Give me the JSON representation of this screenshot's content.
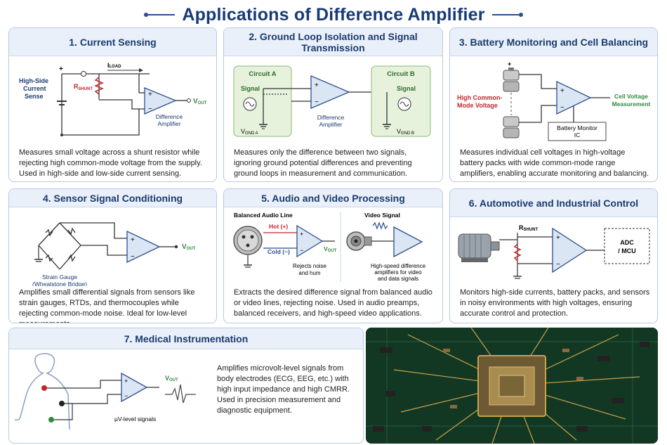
{
  "title": "Applications of Difference Amplifier",
  "colors": {
    "accent": "#173a78",
    "header_bg": "#e9f0fa",
    "amp_fill": "#dbe6f5",
    "green": "#2f8a3e",
    "red": "#c0262d",
    "pcb": "#0f2a1c"
  },
  "cards": [
    {
      "title": "1. Current Sensing",
      "labels": {
        "side": "High-Side Current Sense",
        "iload": "I",
        "iload_sub": "LOAD",
        "rshunt": "R",
        "rshunt_sub": "SHUNT",
        "plus": "+",
        "minus": "−",
        "vout": "V",
        "vout_sub": "OUT",
        "amp": "Difference Amplifier"
      },
      "desc": "Measures small voltage across a shunt resistor while rejecting high common-mode voltage from the supply. Used in high-side and low-side current sensing."
    },
    {
      "title": "2. Ground Loop Isolation and Signal Transmission",
      "labels": {
        "circuit_a": "Circuit A",
        "circuit_b": "Circuit B",
        "signal_a": "Signal",
        "signal_b": "Signal",
        "vgnd_a": "V",
        "vgnd_a_sub": "GND A",
        "vgnd_b": "V",
        "vgnd_b_sub": "GND B",
        "amp": "Difference Amplifier",
        "plus": "+",
        "minus": "−"
      },
      "desc": "Measures only the difference between two signals, ignoring ground potential differences and preventing ground loops in measurement and communication."
    },
    {
      "title": "3. Battery Monitoring and Cell Balancing",
      "labels": {
        "hv": "High Common-Mode Voltage",
        "cell": "Cell Voltage Measurement",
        "ic": "Battery Monitor IC",
        "plus": "+",
        "minus": "−"
      },
      "desc": "Measures individual cell voltages in high-voltage battery packs with wide common-mode range amplifiers, enabling accurate monitoring and balancing."
    },
    {
      "title": "4. Sensor Signal Conditioning",
      "labels": {
        "bridge": "Strain Gauge (Wheatstone Bridge)",
        "vout": "V",
        "vout_sub": "OUT",
        "plus": "+",
        "minus": "−"
      },
      "desc": "Amplifies small differential signals from sensors like strain gauges, RTDs, and thermocouples while rejecting common-mode noise. Ideal for low-level measurements."
    },
    {
      "title": "5. Audio and Video Processing",
      "labels": {
        "audio": "Balanced Audio Line",
        "video": "Video Signal",
        "hot": "Hot (+)",
        "cold": "Cold (−)",
        "vout": "V",
        "vout_sub": "OUT",
        "rejects": "Rejects noise and hum",
        "highspeed": "High-speed difference amplifiers for video and data signals",
        "plus": "+",
        "minus": "−"
      },
      "desc": "Extracts the desired difference signal from balanced audio or video lines, rejecting noise. Used in audio preamps, balanced receivers, and high-speed video applications."
    },
    {
      "title": "6. Automotive and Industrial Control",
      "labels": {
        "rshunt": "R",
        "rshunt_sub": "SHUNT",
        "adc": "ADC / MCU",
        "plus": "+",
        "minus": "−"
      },
      "desc": "Monitors high-side currents, battery packs, and sensors in noisy environments with high voltages, ensuring accurate control and protection."
    },
    {
      "title": "7. Medical Instrumentation",
      "labels": {
        "uv": "µV-level signals",
        "vout": "V",
        "vout_sub": "OUT",
        "plus": "+",
        "minus": "−"
      },
      "desc": "Amplifies microvolt-level signals from body electrodes (ECG, EEG, etc.) with high input impedance and high CMRR. Used in precision measurement and diagnostic equipment."
    }
  ],
  "photo_subject": "circuit-board-chip-photo"
}
